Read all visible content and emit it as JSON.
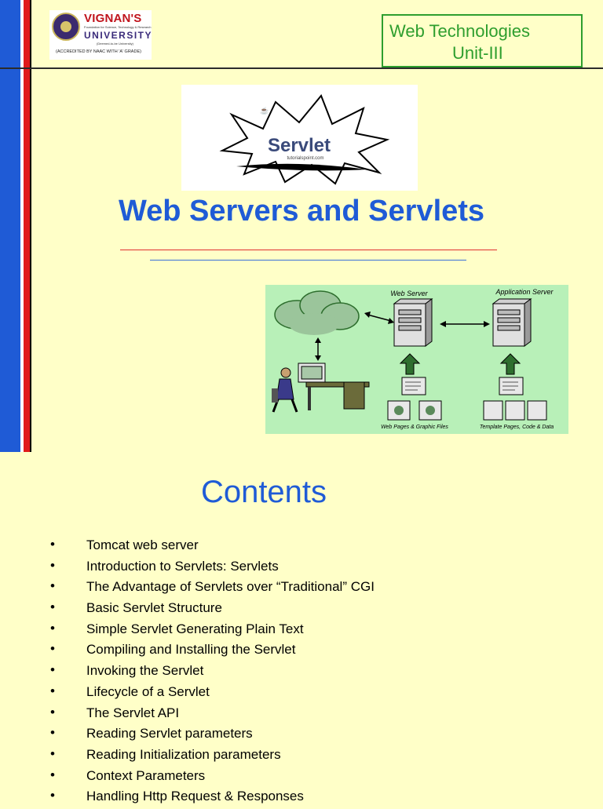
{
  "header": {
    "university": {
      "name": "VIGNAN'S",
      "tagline": "Foundation for Science, Technology & Research",
      "word": "UNIVERSITY",
      "deemed": "(Deemed-to-be University)",
      "accreditation": "(ACCREDITED BY NAAC WITH 'A' GRADE)"
    },
    "course": {
      "title": "Web Technologies",
      "unit": "Unit-III"
    }
  },
  "servlet_logo": {
    "label": "Servlet",
    "site": "tutorialspoint.com"
  },
  "main_title": "Web Servers and Servlets",
  "diagram": {
    "web_server_label": "Web Server",
    "app_server_label": "Application Server",
    "web_pages_label": "Web Pages & Graphic Files",
    "template_label": "Template Pages, Code & Data"
  },
  "contents": {
    "title": "Contents",
    "items": [
      "Tomcat web server",
      "Introduction to Servlets: Servlets",
      "The Advantage of Servlets over “Traditional” CGI",
      "Basic Servlet Structure",
      "Simple Servlet Generating Plain Text",
      "Compiling and Installing the Servlet",
      "Invoking the Servlet",
      "Lifecycle of a Servlet",
      "The Servlet API",
      "Reading Servlet parameters",
      "Reading Initialization parameters",
      "Context Parameters",
      "Handling Http Request & Responses"
    ]
  },
  "colors": {
    "background": "#ffffc8",
    "title_blue": "#1f5bd6",
    "accent_red": "#e01a1a",
    "course_green": "#2e9e2e",
    "diagram_bg": "#b8f0b8"
  }
}
